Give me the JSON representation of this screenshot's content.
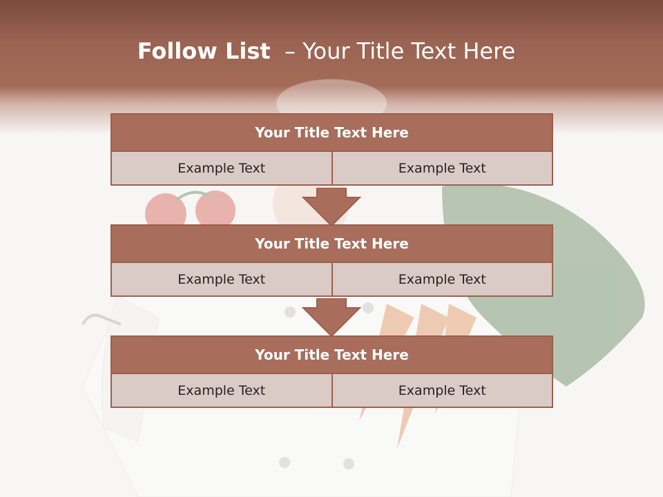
{
  "slide": {
    "title_bold": "Follow List",
    "title_rest": "  – Your Title Text Here"
  },
  "steps": [
    {
      "title": "Your Title Text Here",
      "left": "Example Text",
      "right": "Example Text"
    },
    {
      "title": "Your Title Text Here",
      "left": "Example Text",
      "right": "Example Text"
    },
    {
      "title": "Your Title Text Here",
      "left": "Example Text",
      "right": "Example Text"
    }
  ],
  "colors": {
    "band": "#a46b58",
    "header_fill": "#a86d5b",
    "cell_fill": "#dbcbc7",
    "border": "#9c5f4e",
    "arrow": "#a86d5b"
  },
  "background_image": "chef-holding-tomatoes-and-carrots"
}
